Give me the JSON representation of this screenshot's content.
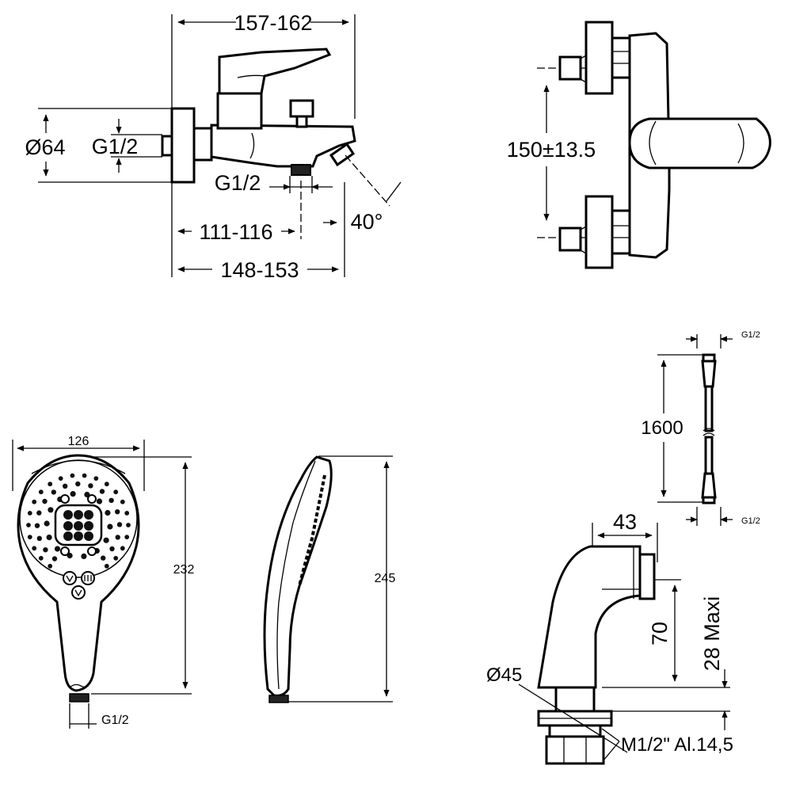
{
  "mixer_side": {
    "overall_width": "157-162",
    "body_diameter": "Ø64",
    "inlet_thread": "G1/2",
    "outlet_thread": "G1/2",
    "outlet_offset": "111-116",
    "spout_length": "148-153",
    "spout_angle": "40°"
  },
  "mixer_top": {
    "inlet_centers": "150±13.5"
  },
  "handshower_front": {
    "width": "126",
    "height": "232",
    "thread": "G1/2"
  },
  "handshower_side": {
    "length": "245"
  },
  "hose": {
    "top_thread": "G1/2",
    "length": "1600",
    "bottom_thread": "G1/2"
  },
  "eccentric": {
    "width": "43",
    "height": "70",
    "max_projection": "28 Maxi",
    "flange_diameter": "Ø45",
    "thread": "M1/2\" Al.14,5"
  }
}
